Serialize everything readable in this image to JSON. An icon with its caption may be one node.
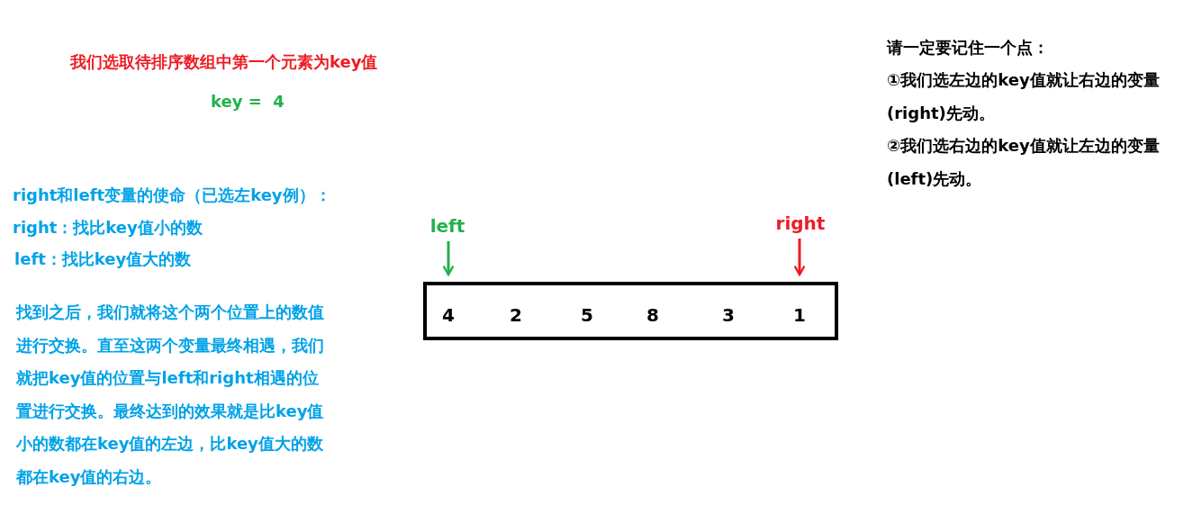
{
  "diagram": {
    "nodes": [
      {
        "text": [
          "left"
        ]
      },
      {
        "text": [
          "right"
        ]
      },
      {
        "text": [],
        "shape": "box"
      },
      {
        "text": [
          "4"
        ],
        "in": 2
      },
      {
        "text": [
          "2"
        ],
        "in": 2
      },
      {
        "text": [
          "5"
        ],
        "in": 2
      },
      {
        "text": [
          "8"
        ],
        "in": 2
      },
      {
        "text": [
          "3"
        ],
        "in": 2
      },
      {
        "text": [
          "1"
        ],
        "in": 2
      }
    ],
    "edges": [
      {
        "from": 0,
        "to": 3,
        "arrow": "to",
        "color": "#22b14c"
      },
      {
        "from": 1,
        "to": 8,
        "arrow": "to",
        "color": "#ed1c24"
      }
    ],
    "labels": [
      "我们选取待排序数组中第一个元素为key值",
      "key =  4",
      "right和left变量的使命（已选左key例）：",
      "right：找比key值小的数",
      "left：找比key值大的数",
      "找到之后，我们就将这个两个位置上的数值进行交换。直至这两个变量最终相遇，我们就把key值的位置与left和right相遇的位置进行交换。最终达到的效果就是比key值小的数都在key值的左边，比key值大的数都在key值的右边。",
      "请一定要记住一个点：",
      "①我们选左边的key值就让右边的变量(right)先动。",
      "②我们选右边的key值就让左边的变量(left)先动。"
    ]
  }
}
